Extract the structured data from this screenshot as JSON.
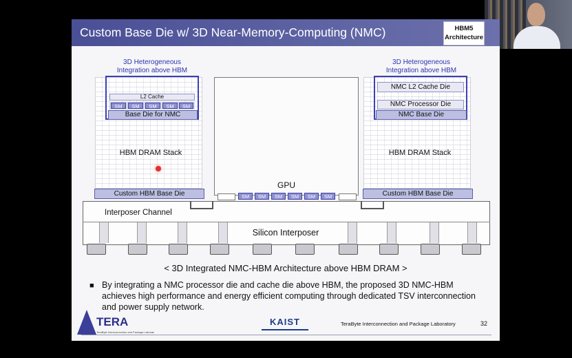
{
  "slide": {
    "title": "Custom Base Die w/ 3D Near-Memory-Computing (NMC)",
    "tag_line1": "HBM5",
    "tag_line2": "Architecture",
    "left_label_1": "3D Heterogeneous",
    "left_label_2": "Integration above HBM",
    "right_label_1": "3D Heterogeneous",
    "right_label_2": "Integration above HBM",
    "left_l2": "L2 Cache",
    "left_sm": [
      "SM",
      "SM",
      "SM",
      "SM",
      "SM"
    ],
    "left_base_nmc": "Base Die for NMC",
    "right_l2": "NMC L2 Cache Die",
    "right_proc": "NMC Processor Die",
    "right_base": "NMC Base Die",
    "hbm_dram_stack": "HBM DRAM Stack",
    "gpu": "GPU",
    "gpu_sm": [
      "SM",
      "SM",
      "SM",
      "SM",
      "SM",
      "SM"
    ],
    "custom_hbm_base": "Custom HBM Base Die",
    "interposer_channel": "Interposer Channel",
    "silicon_interposer": "Silicon Interposer",
    "caption": "< 3D Integrated NMC-HBM Architecture above HBM DRAM >",
    "bullet": "By integrating a NMC processor die and cache die above HBM, the proposed 3D NMC-HBM achieves high performance and energy efficient computing through dedicated TSV interconnection and power supply network.",
    "logo_tera": "TERA",
    "logo_tera_sub": "TeraByte Interconnection and Package Laboratory",
    "logo_kaist": "KAIST",
    "footer_text": "TeraByte Interconnection and Package Laboratory",
    "page_number": "32"
  },
  "colors": {
    "title_bar": "#4a4f96",
    "accent_blue": "#3c3fb4",
    "die_purple": "#bdbfe2"
  }
}
